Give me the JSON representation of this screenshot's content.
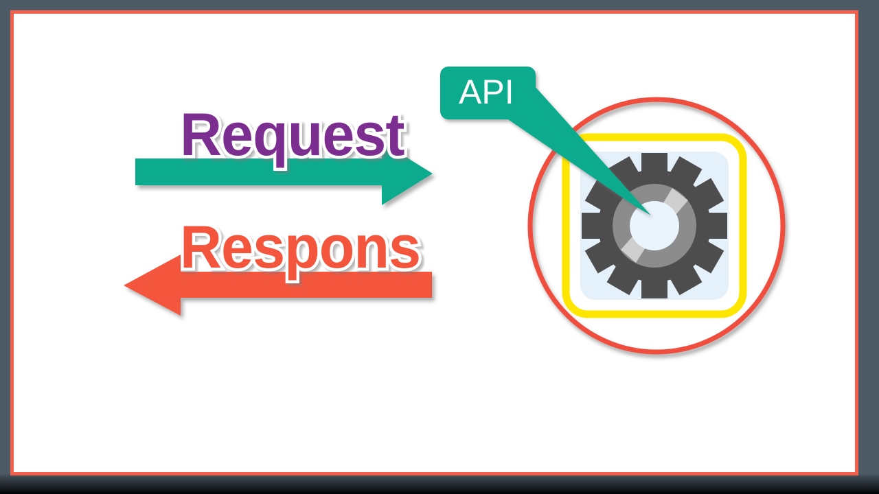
{
  "slide": {
    "background_color": "#4c5a66",
    "canvas_color": "#ffffff",
    "border_color": "#f4604c"
  },
  "labels": {
    "request": "Request",
    "response": "Respons",
    "request_color": "#7b2d90",
    "response_color": "#f4553d"
  },
  "arrows": [
    {
      "name": "request-arrow",
      "direction": "right",
      "color": "#0fab8e",
      "label": "Request"
    },
    {
      "name": "response-arrow",
      "direction": "left",
      "color": "#f4553d",
      "label": "Respons"
    }
  ],
  "callout": {
    "text": "API",
    "fill_color": "#0fab8e",
    "text_color": "#ffffff",
    "pointer_target": "gear-icon"
  },
  "server_badge": {
    "circle_outline_color": "#ef4e3c",
    "frame_color": "#ffe600",
    "tile_color": "#e4f0fa",
    "gear_teeth_color": "#4d4d4d",
    "gear_ring_color": "#8c8c8c",
    "gear_highlight_color": "#cfcfcf",
    "gear_hub_color": "#eaf4fd",
    "gear_teeth_count": 12
  }
}
